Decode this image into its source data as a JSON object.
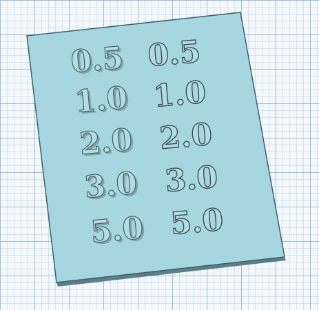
{
  "scene": {
    "plate_color": "#a6d6e0",
    "plate_edge_color": "#3f5f6a",
    "grid_major_color": "#6a9dcc",
    "grid_minor_color": "#96bee1",
    "emboss_color": "#b2dde6",
    "emboss_outline_color": "#4d5d63",
    "emboss_shadow_color": "#7fa6ae"
  },
  "labels": {
    "left_column": [
      "0.5",
      "1.0",
      "2.0",
      "3.0",
      "5.0"
    ],
    "right_column": [
      "0.5",
      "1.0",
      "2.0",
      "3.0",
      "5.0"
    ]
  }
}
